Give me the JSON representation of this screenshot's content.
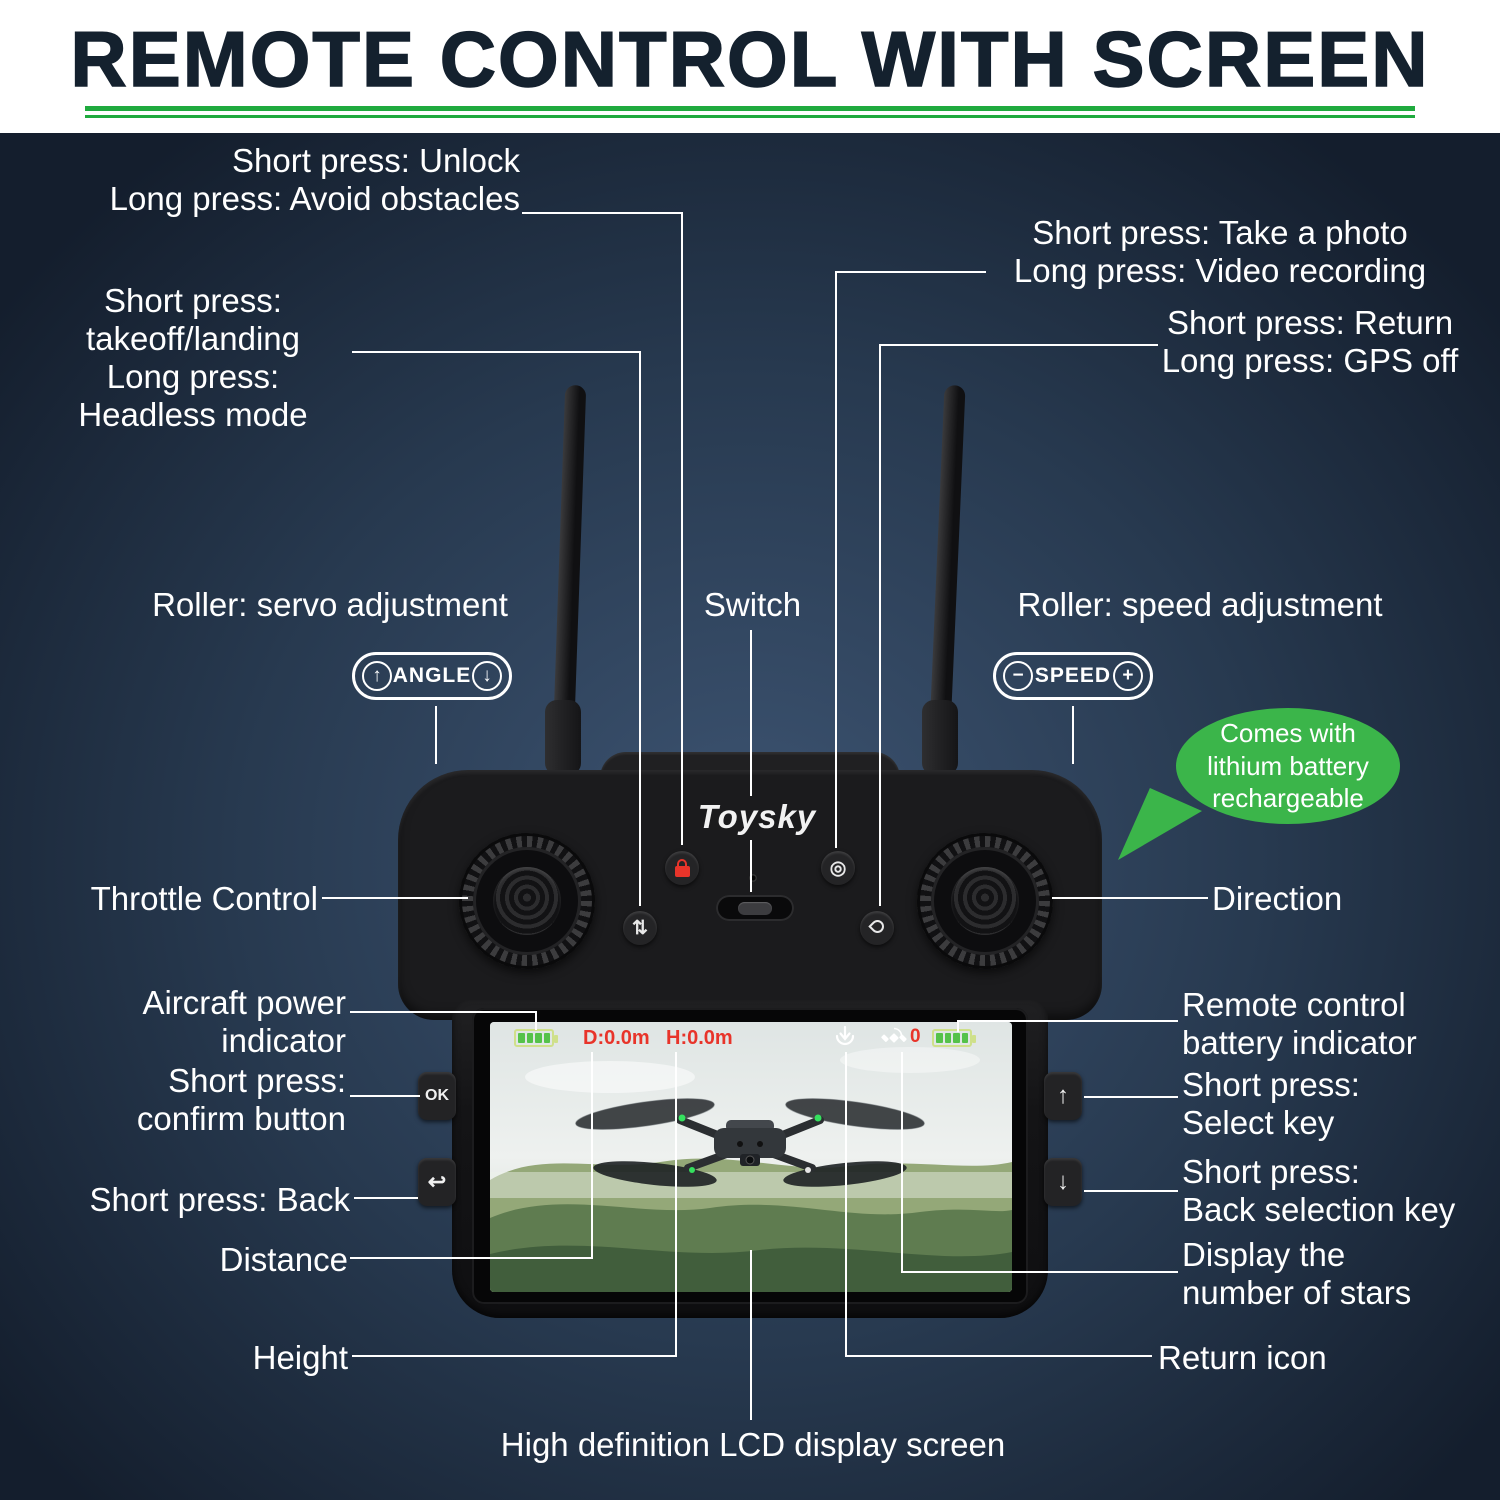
{
  "title": "REMOTE CONTROL WITH SCREEN",
  "brand": "Toysky",
  "labels": {
    "unlock": "Short press: Unlock\nLong press: Avoid obstacles",
    "takeoff": "Short press:\ntakeoff/landing\nLong press:\nHeadless mode",
    "photo": "Short press: Take a photo\nLong press: Video recording",
    "return_gps": "Short press: Return\nLong press: GPS off",
    "servo_roller": "Roller: servo adjustment",
    "switch": "Switch",
    "speed_roller": "Roller: speed adjustment",
    "battery_bubble": "Comes with lithium battery rechargeable",
    "throttle": "Throttle Control",
    "direction": "Direction",
    "aircraft_power": "Aircraft power\nindicator",
    "confirm": "Short press:\nconfirm button",
    "back": "Short press: Back",
    "distance": "Distance",
    "height": "Height",
    "lcd": "High definition LCD display screen",
    "rc_battery": "Remote control\nbattery indicator",
    "select_key": "Short press:\nSelect key",
    "back_selection": "Short press:\nBack selection key",
    "stars": "Display the\nnumber of stars",
    "return_icon": "Return icon"
  },
  "badges": {
    "angle": "ANGLE",
    "speed": "SPEED"
  },
  "device": {
    "ok": "OK",
    "hud": {
      "distance": "D:0.0m",
      "height": "H:0.0m",
      "stars_count": "0"
    }
  },
  "icons": {
    "angle_up": "↑",
    "angle_down": "↓",
    "speed_minus": "−",
    "speed_plus": "+",
    "takeoff_button": "⇅",
    "gimbal_button": "◎",
    "back_button": "↩",
    "select_up": "↑",
    "select_down": "↓"
  },
  "colors": {
    "accent_green": "#1faa3e",
    "bubble_green": "#3bb54a",
    "hud_red": "#e8342a",
    "battery_green": "#55c24a"
  }
}
